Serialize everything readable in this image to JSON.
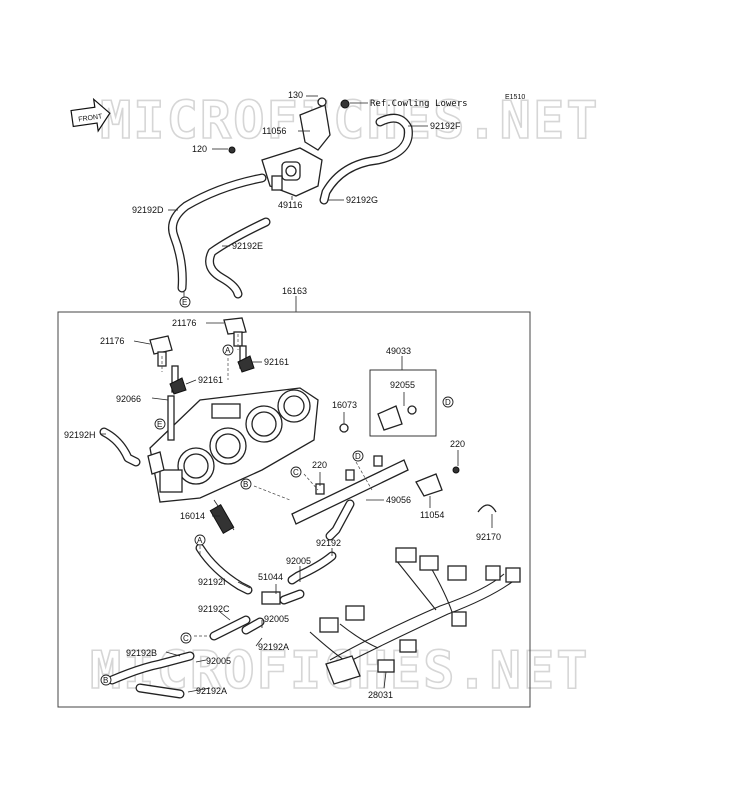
{
  "diagram": {
    "code": "E1510",
    "front_label": "FRONT",
    "watermark_top": "MICROFICHES.NET",
    "watermark_bottom": "MICROFICHES.NET",
    "ref_note": "Ref.Cowling Lowers",
    "parts": {
      "p130": "130",
      "p11056": "11056",
      "p92192F": "92192F",
      "p120": "120",
      "p49116": "49116",
      "p92192G": "92192G",
      "p92192D": "92192D",
      "p92192E": "92192E",
      "p16163": "16163",
      "p21176a": "21176",
      "p21176b": "21176",
      "p92161a": "92161",
      "p92161b": "92161",
      "p49033": "49033",
      "p92055": "92055",
      "p16073": "16073",
      "p92066": "92066",
      "p92192H": "92192H",
      "p220a": "220",
      "p220b": "220",
      "p49056": "49056",
      "p11054": "11054",
      "p16014": "16014",
      "p92170": "92170",
      "p92192": "92192",
      "p92005a": "92005",
      "p92192I": "92192I",
      "p51044": "51044",
      "p92192C": "92192C",
      "p92005b": "92005",
      "p92192A1": "92192A",
      "p92192B": "92192B",
      "p92005c": "92005",
      "p92192A2": "92192A",
      "p28031": "28031"
    },
    "callouts": {
      "e_top": "E",
      "a_top": "A",
      "e_body": "E",
      "c_body": "C",
      "b_body": "B",
      "d_injector": "D",
      "d_fuelrail": "D",
      "a_lower": "A",
      "c_lower": "C",
      "b_lower": "B"
    }
  }
}
